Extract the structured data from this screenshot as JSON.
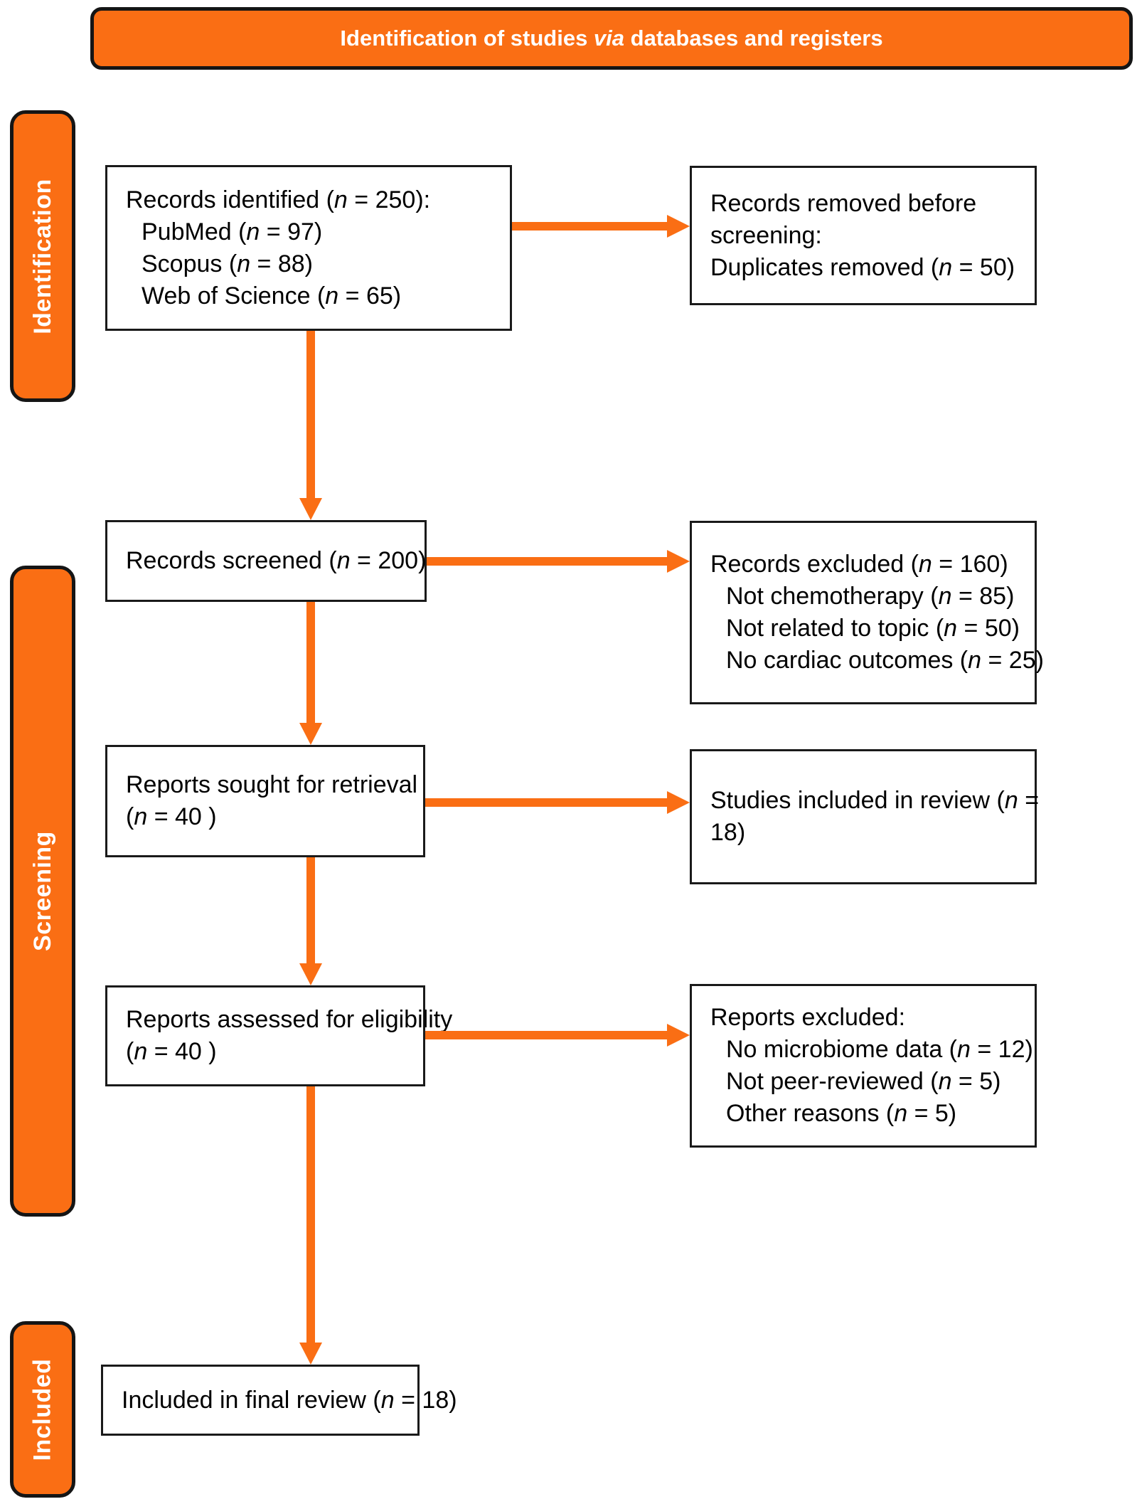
{
  "header": {
    "title": "Identification of studies via databases and registers"
  },
  "sidebar": {
    "items": [
      {
        "label": "Identification"
      },
      {
        "label": "Screening"
      },
      {
        "label": "Included"
      }
    ]
  },
  "colors": {
    "accent_orange": "#FA6E14",
    "border_black": "#1A1A1A",
    "banner_text": "#FFFFFF",
    "box_background": "#FFFFFF",
    "box_text": "#000000"
  },
  "boxes": {
    "records_identified": {
      "lines": [
        "Records identified (n = 250):",
        "PubMed (n = 97)",
        "Scopus (n = 88)",
        "Web of Science (n = 65)"
      ]
    },
    "records_removed": {
      "lines": [
        "Records removed before",
        "screening:",
        "Duplicates removed (n = 50)"
      ]
    },
    "records_screened": {
      "lines": [
        "Records screened (n = 200)"
      ]
    },
    "records_excluded": {
      "lines": [
        "Records excluded (n = 160)",
        "Not chemotherapy (n = 85)",
        "Not related to topic (n = 50)",
        "No cardiac outcomes (n = 25)"
      ]
    },
    "reports_sought": {
      "lines": [
        "Reports sought for retrieval",
        "(n = 40 )"
      ]
    },
    "studies_included": {
      "lines": [
        "Studies included in review (n =",
        "18)"
      ]
    },
    "reports_assessed": {
      "lines": [
        "Reports assessed for eligibility",
        "(n = 40 )"
      ]
    },
    "reports_excluded": {
      "lines": [
        "Reports excluded:",
        "No microbiome data (n = 12)",
        "Not peer-reviewed (n = 5)",
        "Other reasons (n = 5)"
      ]
    },
    "included_final": {
      "lines": [
        "Included in final review (n = 18)"
      ]
    }
  }
}
